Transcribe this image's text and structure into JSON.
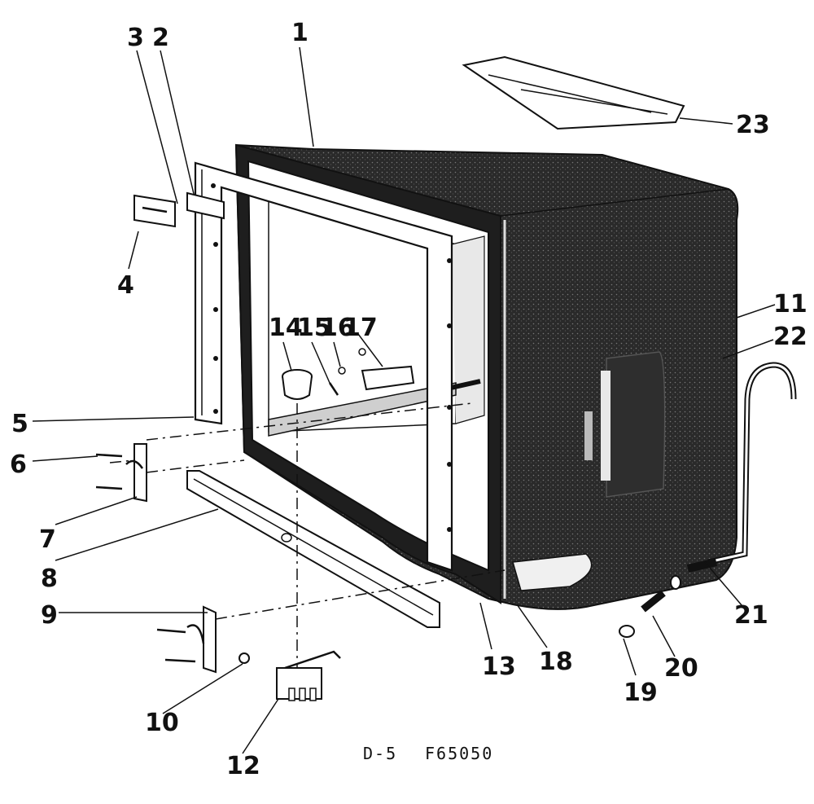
{
  "callouts": {
    "p1": "1",
    "p2": "2",
    "p3": "3",
    "p4": "4",
    "p5": "5",
    "p6": "6",
    "p7": "7",
    "p8": "8",
    "p9": "9",
    "p10": "10",
    "p11": "11",
    "p12": "12",
    "p13": "13",
    "p14": "14",
    "p15": "15",
    "p16": "16",
    "p17": "17",
    "p18": "18",
    "p19": "19",
    "p20": "20",
    "p21": "21",
    "p22": "22",
    "p23": "23"
  },
  "caption": {
    "diagram_code": "D-5",
    "drawing_number": "F65050"
  }
}
